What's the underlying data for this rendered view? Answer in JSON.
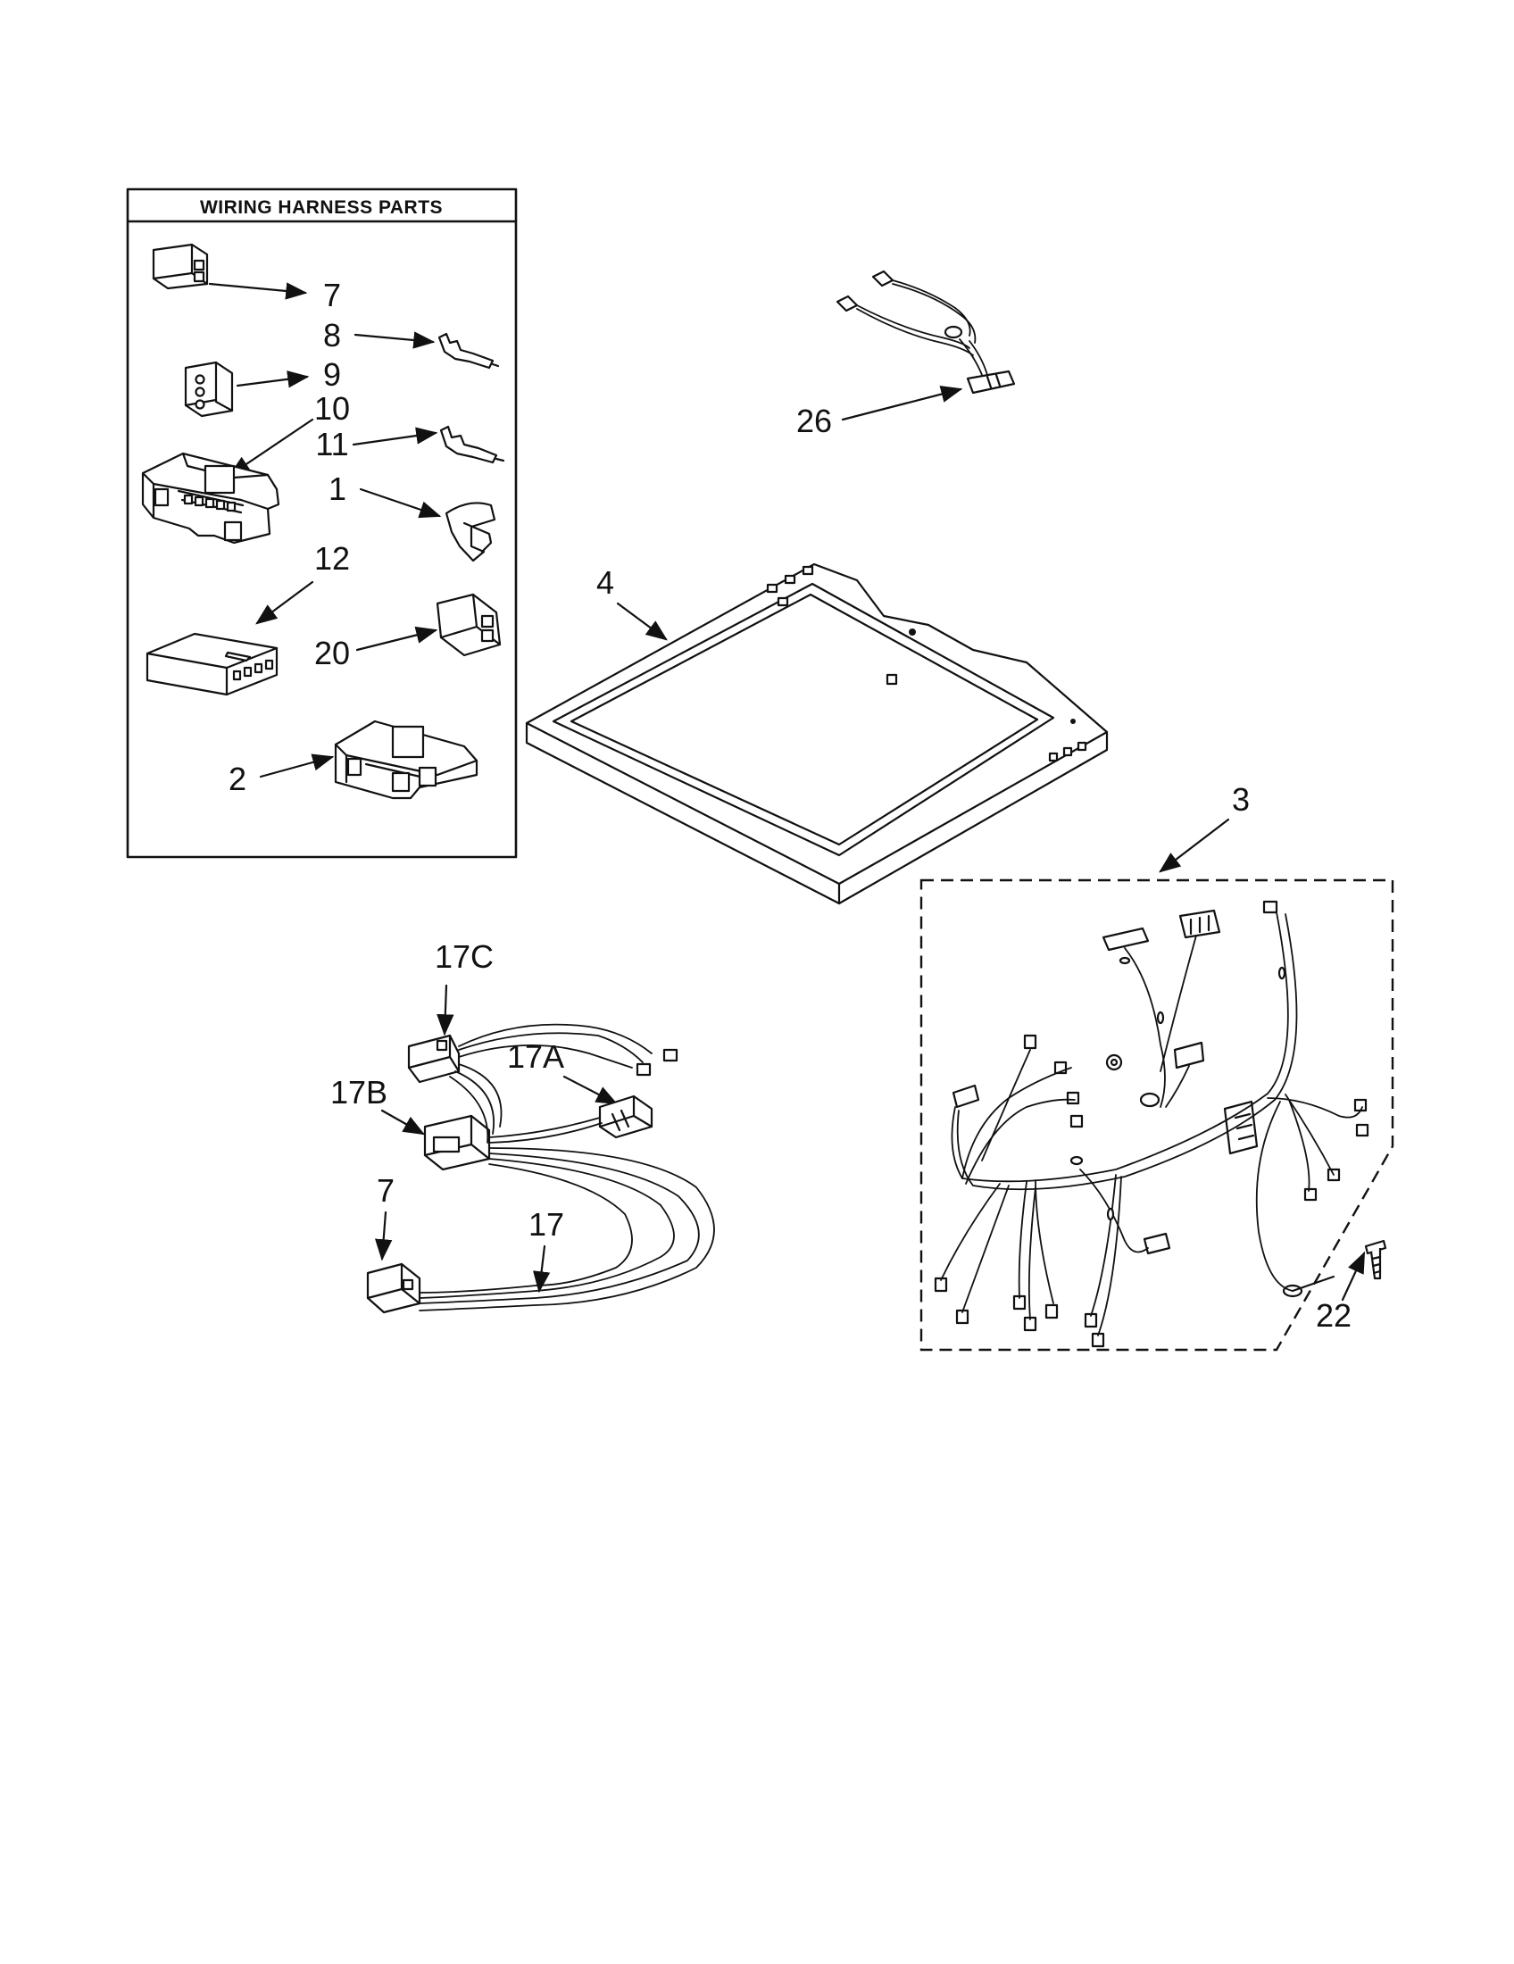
{
  "box_title": "WIRING HARNESS PARTS",
  "callouts": {
    "c7": "7",
    "c8": "8",
    "c9": "9",
    "c10": "10",
    "c11": "11",
    "c1": "1",
    "c12": "12",
    "c20": "20",
    "c2": "2",
    "c26": "26",
    "c4": "4",
    "c3": "3",
    "c17C": "17C",
    "c17A": "17A",
    "c17B": "17B",
    "c7b": "7",
    "c17": "17",
    "c22": "22"
  }
}
